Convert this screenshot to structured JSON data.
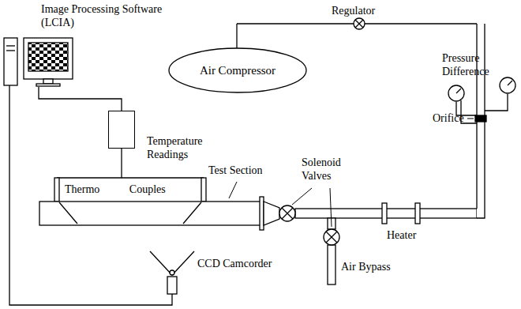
{
  "diagram": {
    "nodes": [
      {
        "text": [
          "Image Processing Software (LCIA)"
        ]
      },
      {
        "text": [
          "Temperature Readings"
        ]
      },
      {
        "text": [
          "Air Compressor"
        ]
      }
    ],
    "edges": [
      {
        "from": 0,
        "to": 1,
        "arrow": "none"
      }
    ],
    "labels": [
      "Regulator",
      "Pressure Difference",
      "Orifice",
      "Test Section",
      "Thermo Couples",
      "Solenoid Valves",
      "Heater",
      "Air Bypass",
      "CCD Camcorder"
    ]
  }
}
